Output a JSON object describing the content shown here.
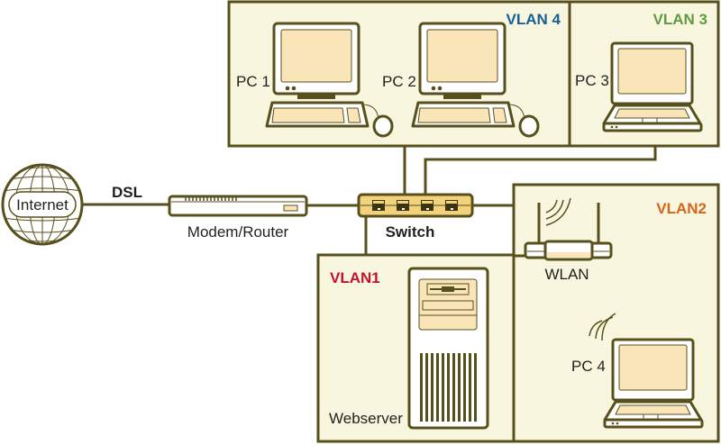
{
  "diagram": {
    "title": "Network with VLANs",
    "colors": {
      "stroke": "#57501c",
      "zone_fill": "#f8f6de",
      "screen_fill": "#f9e5b8",
      "switch_fill": "#f2d37c",
      "vlan1": "#c8102e",
      "vlan2": "#d8641b",
      "vlan3": "#5f9a43",
      "vlan4": "#185f96"
    },
    "zones": [
      {
        "id": "vlan4",
        "label": "VLAN 4"
      },
      {
        "id": "vlan3",
        "label": "VLAN 3"
      },
      {
        "id": "vlan2",
        "label": "VLAN2"
      },
      {
        "id": "vlan1",
        "label": "VLAN1"
      }
    ],
    "nodes": {
      "internet": "Internet",
      "dsl": "DSL",
      "modem": "Modem/Router",
      "switch": "Switch",
      "pc1": "PC 1",
      "pc2": "PC 2",
      "pc3": "PC 3",
      "pc4": "PC 4",
      "wlan": "WLAN",
      "webserver": "Webserver"
    }
  }
}
